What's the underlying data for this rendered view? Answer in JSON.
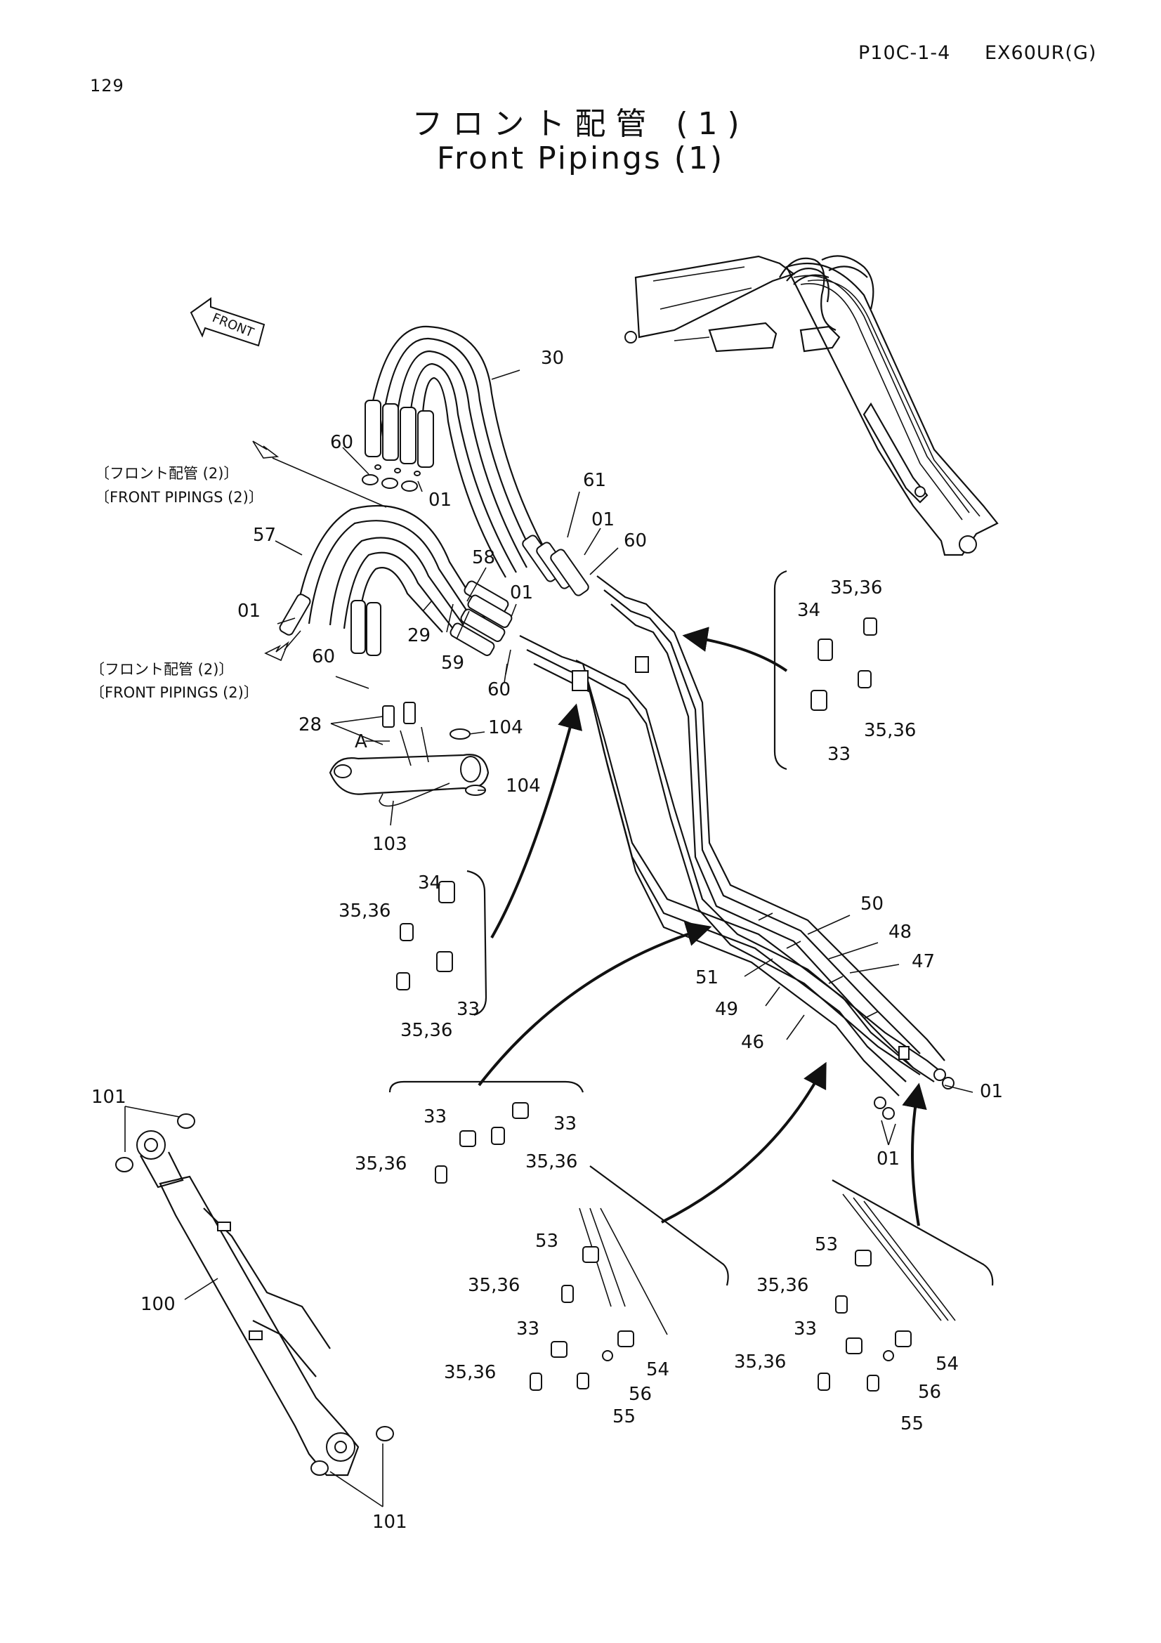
{
  "header": {
    "page_number": "129",
    "doc_code": "P10C-1-4",
    "model": "EX60UR(G)"
  },
  "title": {
    "ja": "フロント配管 (1)",
    "en": "Front Pipings (1)"
  },
  "front_marker": "FRONT",
  "references": {
    "ref1_ja": "〔フロント配管 (2)〕",
    "ref1_en": "〔FRONT  PIPINGS (2)〕",
    "ref2_ja": "〔フロント配管 (2)〕",
    "ref2_en": "〔FRONT  PIPINGS (2)〕"
  },
  "callouts": {
    "p30": "30",
    "p60a": "60",
    "p01a": "01",
    "p61": "61",
    "p01b": "01",
    "p60b": "60",
    "p57": "57",
    "p58": "58",
    "p01c": "01",
    "p01d": "01",
    "p29": "29",
    "p59": "59",
    "p60c": "60",
    "p60d": "60",
    "p28": "28",
    "pA": "A",
    "p104a": "104",
    "p104b": "104",
    "p103": "103",
    "p34a": "34",
    "p3536a": "35,36",
    "p3536b": "35,36",
    "p33a": "33",
    "p34b": "34",
    "p3536c": "35,36",
    "p3536d": "35,36",
    "p33b": "33",
    "p50": "50",
    "p48": "48",
    "p47": "47",
    "p51": "51",
    "p49": "49",
    "p46": "46",
    "p01e": "01",
    "p01f": "01",
    "p101a": "101",
    "p101b": "101",
    "p100": "100",
    "p33c": "33",
    "p33d": "33",
    "p3536e": "35,36",
    "p3536f": "35,36",
    "p53a": "53",
    "p3536g": "35,36",
    "p33e": "33",
    "p54a": "54",
    "p3536h": "35,36",
    "p56a": "56",
    "p55a": "55",
    "p53b": "53",
    "p3536i": "35,36",
    "p33f": "33",
    "p54b": "54",
    "p3536j": "35,36",
    "p56b": "56",
    "p55b": "55"
  }
}
